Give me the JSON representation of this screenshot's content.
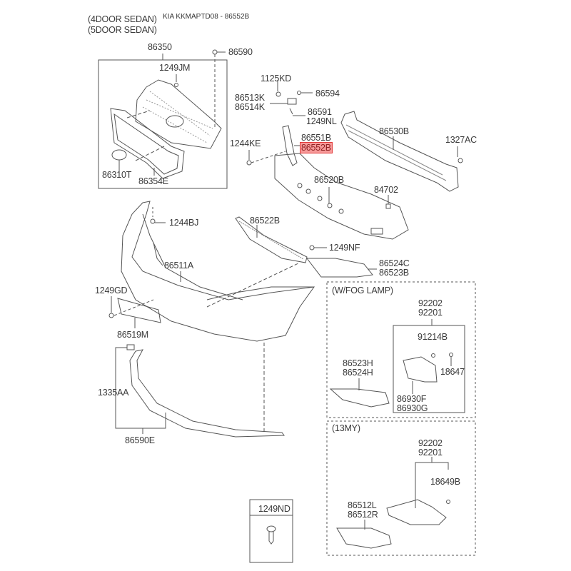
{
  "header": {
    "variants": [
      "(4DOOR SEDAN)",
      "(5DOOR SEDAN)"
    ],
    "title": "KIA KKMAPTD08 - 86552B"
  },
  "highlight_color": "#f79a9a",
  "labels": {
    "p86350": "86350",
    "p86590": "86590",
    "p1249JM": "1249JM",
    "p86310T": "86310T",
    "p86354E": "86354E",
    "p1125KD": "1125KD",
    "p86513K": "86513K",
    "p86514K": "86514K",
    "p86594": "86594",
    "p86591": "86591",
    "p1249NL": "1249NL",
    "p1244KE": "1244KE",
    "p86551B": "86551B",
    "p86552B": "86552B",
    "p86530B": "86530B",
    "p1327AC": "1327AC",
    "p86520B": "86520B",
    "p84702": "84702",
    "p1244BJ": "1244BJ",
    "p86522B": "86522B",
    "p1249NF": "1249NF",
    "p86524C": "86524C",
    "p86523B": "86523B",
    "p86511A": "86511A",
    "p1249GD": "1249GD",
    "p86519M": "86519M",
    "p1335AA": "1335AA",
    "p86590E": "86590E"
  },
  "fog_lamp_box": {
    "title": "(W/FOG LAMP)",
    "p92202": "92202",
    "p92201": "92201",
    "p91214B": "91214B",
    "p18647": "18647",
    "p86523H": "86523H",
    "p86524H": "86524H",
    "p86930F": "86930F",
    "p86930G": "86930G"
  },
  "my13_box": {
    "title": "(13MY)",
    "p92202": "92202",
    "p92201": "92201",
    "p18649B": "18649B",
    "p86512L": "86512L",
    "p86512R": "86512R"
  },
  "screw_box": {
    "label": "1249ND"
  }
}
